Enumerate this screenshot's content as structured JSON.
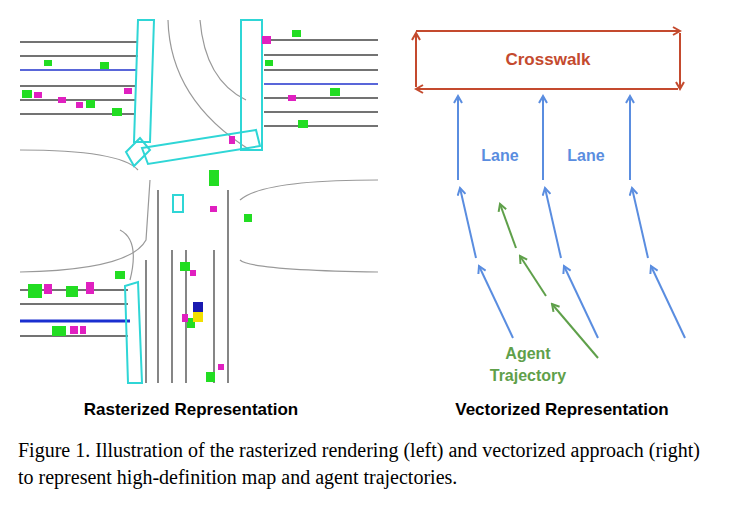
{
  "diagram": {
    "caption": "Figure 1. Illustration of the rasterized rendering (left) and vectorized approach (right) to represent high-definition map and agent trajectories.",
    "nodes": [
      {
        "text": [
          "Crosswalk"
        ]
      }
    ],
    "labels": [
      "Lane",
      "Lane",
      "Agent Trajectory",
      "Rasterized Representation",
      "Vectorized Representation"
    ]
  }
}
